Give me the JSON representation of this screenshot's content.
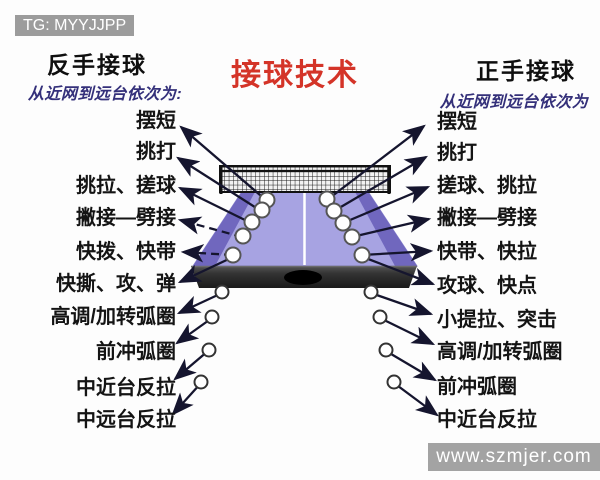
{
  "banner": {
    "text": "TG: MYYJJPP"
  },
  "watermark": {
    "text": "www.szmjer.com"
  },
  "title": "接球技术",
  "left": {
    "header": "反手接球",
    "subheader": "从近网到远台依次为:",
    "items": [
      "摆短",
      "挑打",
      "挑拉、搓球",
      "撇接—劈接",
      "快拨、快带",
      "快撕、攻、弹",
      "高调/加转弧圈",
      "前冲弧圈",
      "中近台反拉",
      "中远台反拉"
    ]
  },
  "right": {
    "header": "正手接球",
    "subheader": "从近网到远台依次为",
    "items": [
      "摆短",
      "挑打",
      "搓球、挑拉",
      "撇接—劈接",
      "快带、快拉",
      "攻球、快点",
      "小提拉、突击",
      "高调/加转弧圈",
      "前冲弧圈",
      "中近台反拉"
    ]
  },
  "diagram": {
    "description_balls_on_table_per_side": 6,
    "description_balls_off_table_per_side": 4
  },
  "colors": {
    "title-red": "#d43428",
    "sub-ink": "#34307a",
    "banner-bg": "#9c9c9c",
    "table-main": "#a7a3e2",
    "table-dark": "#7067be",
    "edge-dark": "#262626",
    "line": "#1c1c3a"
  }
}
